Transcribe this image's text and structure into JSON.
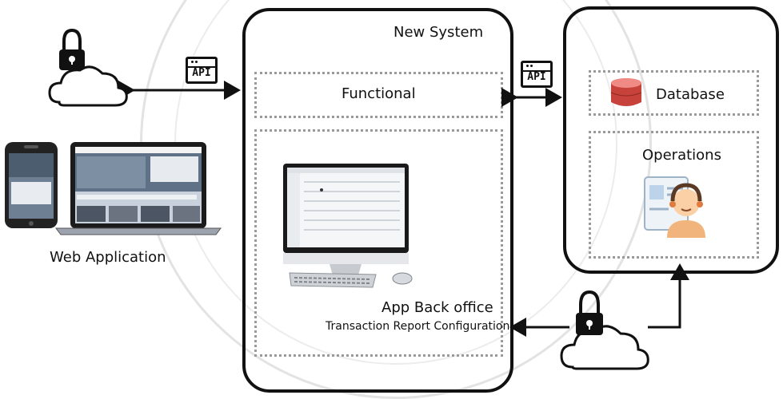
{
  "labels": {
    "new_system": "New System",
    "functional": "Functional",
    "database": "Database",
    "operations": "Operations",
    "web_application": "Web Application",
    "app_back_office": "App Back office",
    "transaction_report": "Transaction Report Configuration",
    "api": "API"
  },
  "colors": {
    "outline": "#111111",
    "dotted_border": "#9a9a9a",
    "cloud_fill": "#ffffff",
    "database_icon": "#d9534f",
    "watermark": "#e3e3e3"
  },
  "icons": [
    "cloud-lock-icon",
    "api-icon",
    "database-icon",
    "operator-icon",
    "laptop-icon",
    "phone-icon",
    "desktop-computer-icon",
    "keyboard-icon",
    "mouse-icon",
    "arrow-icon"
  ]
}
